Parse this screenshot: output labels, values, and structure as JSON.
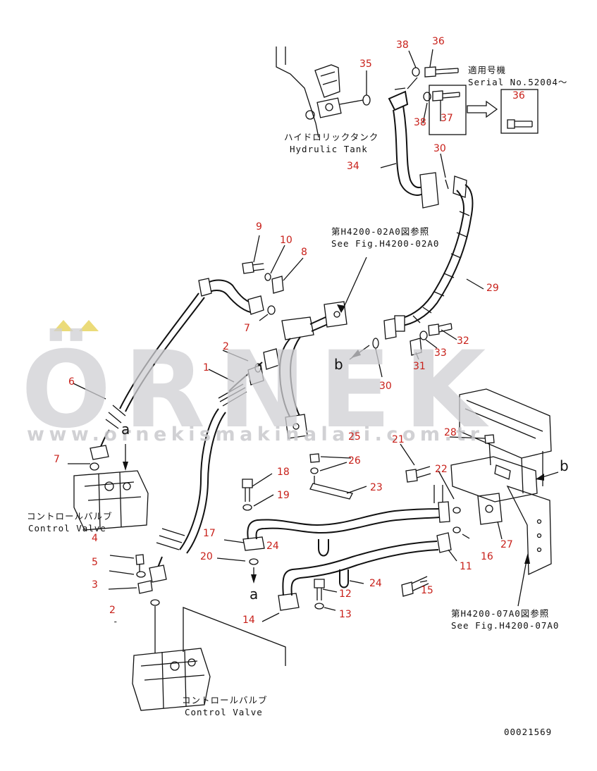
{
  "watermark": {
    "brand": "ÖRNEK",
    "url": "www.ornekismakinalari.com.tr",
    "accent_color": "#e9d76a",
    "text_color": "#cfcfd3"
  },
  "labels": {
    "serial_ja": "適用号機",
    "serial_en": "Serial No.52004〜",
    "tank_ja": "ハイドロリックタンク",
    "tank_en": "Hydrulic Tank",
    "ref1_ja": "第H4200-02A0図参照",
    "ref1_en": "See Fig.H4200-02A0",
    "ref2_ja": "第H4200-07A0図参照",
    "ref2_en": "See Fig.H4200-07A0",
    "cv1_ja": "コントロールバルブ",
    "cv1_en": "Control Valve",
    "cv2_ja": "コントロールバルブ",
    "cv2_en": "Control Valve",
    "letter_a": "a",
    "letter_b": "b",
    "drawing_no": "00021569"
  },
  "callouts": [
    {
      "id": "c38a",
      "text": "38"
    },
    {
      "id": "c36a",
      "text": "36"
    },
    {
      "id": "c35",
      "text": "35"
    },
    {
      "id": "c38b",
      "text": "38"
    },
    {
      "id": "c37",
      "text": "37"
    },
    {
      "id": "c36b",
      "text": "36"
    },
    {
      "id": "c30a",
      "text": "30"
    },
    {
      "id": "c34",
      "text": "34"
    },
    {
      "id": "c9",
      "text": "9"
    },
    {
      "id": "c10",
      "text": "10"
    },
    {
      "id": "c8",
      "text": "8"
    },
    {
      "id": "c7a",
      "text": "7"
    },
    {
      "id": "c29",
      "text": "29"
    },
    {
      "id": "c2a",
      "text": "2"
    },
    {
      "id": "c1",
      "text": "1"
    },
    {
      "id": "c32",
      "text": "32"
    },
    {
      "id": "c33",
      "text": "33"
    },
    {
      "id": "c31",
      "text": "31"
    },
    {
      "id": "c30b",
      "text": "30"
    },
    {
      "id": "c6",
      "text": "6"
    },
    {
      "id": "c7b",
      "text": "7"
    },
    {
      "id": "c25",
      "text": "25"
    },
    {
      "id": "c26",
      "text": "26"
    },
    {
      "id": "c21",
      "text": "21"
    },
    {
      "id": "c28",
      "text": "28"
    },
    {
      "id": "c22",
      "text": "22"
    },
    {
      "id": "c18",
      "text": "18"
    },
    {
      "id": "c23",
      "text": "23"
    },
    {
      "id": "c19",
      "text": "19"
    },
    {
      "id": "c4",
      "text": "4"
    },
    {
      "id": "c17",
      "text": "17"
    },
    {
      "id": "c24a",
      "text": "24"
    },
    {
      "id": "c5",
      "text": "5"
    },
    {
      "id": "c20",
      "text": "20"
    },
    {
      "id": "c16",
      "text": "16"
    },
    {
      "id": "c27",
      "text": "27"
    },
    {
      "id": "c3",
      "text": "3"
    },
    {
      "id": "c11",
      "text": "11"
    },
    {
      "id": "c15",
      "text": "15"
    },
    {
      "id": "c24b",
      "text": "24"
    },
    {
      "id": "c12",
      "text": "12"
    },
    {
      "id": "c2b",
      "text": "2"
    },
    {
      "id": "c13",
      "text": "13"
    },
    {
      "id": "c14",
      "text": "14"
    }
  ]
}
